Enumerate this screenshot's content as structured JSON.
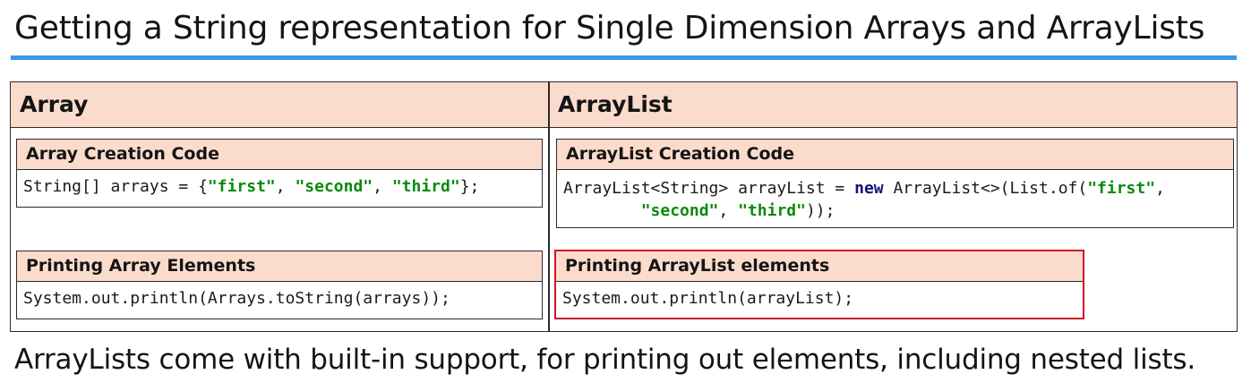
{
  "title": "Getting a String representation for Single Dimension Arrays and ArrayLists",
  "columns": {
    "left": "Array",
    "right": "ArrayList"
  },
  "array_creation": {
    "header": "Array Creation Code",
    "code": {
      "p1": "String[] arrays = {",
      "s1": "\"first\"",
      "c1": ", ",
      "s2": "\"second\"",
      "c2": ", ",
      "s3": "\"third\"",
      "p2": "};"
    }
  },
  "arraylist_creation": {
    "header": "ArrayList Creation Code",
    "code": {
      "p1": "ArrayList<String> arrayList = ",
      "kw": "new",
      "p2": " ArrayList<>(List.of(",
      "s1": "\"first\"",
      "p3": ",",
      "indent": "        ",
      "s2": "\"second\"",
      "c2": ", ",
      "s3": "\"third\"",
      "p4": "));"
    }
  },
  "array_printing": {
    "header": "Printing Array Elements",
    "code": "System.out.println(Arrays.toString(arrays));"
  },
  "arraylist_printing": {
    "header": "Printing ArrayList elements",
    "code": "System.out.println(arrayList);",
    "highlight_color": "#d01525"
  },
  "footer": "ArrayLists come with built-in support, for printing out elements, including nested lists.",
  "colors": {
    "header_fill": "#fbdccc",
    "title_rule": "#3c96e6",
    "string_literal": "#0a8a0a",
    "keyword": "#14147a"
  }
}
